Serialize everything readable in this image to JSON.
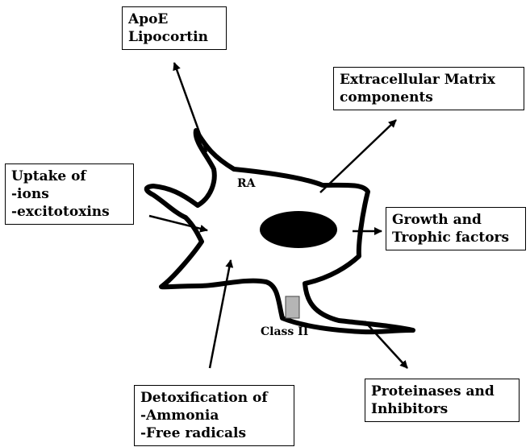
{
  "cell": {
    "label": "RA",
    "nucleus_color": "#000000",
    "outline_color": "#000000",
    "class_marker_label": "Class II",
    "class_marker_color": "#b5b5b5"
  },
  "boxes": {
    "apoe": {
      "line1": "ApoE",
      "line2": "Lipocortin"
    },
    "ecm": {
      "line1": "Extracellular Matrix",
      "line2": "components"
    },
    "uptake": {
      "line1": "Uptake of",
      "line2": "-ions",
      "line3": "-excitotoxins"
    },
    "growth": {
      "line1": "Growth and",
      "line2": "Trophic factors"
    },
    "detox": {
      "line1": "Detoxification of",
      "line2": "-Ammonia",
      "line3": "-Free radicals"
    },
    "proteinases": {
      "line1": "Proteinases and",
      "line2": "Inhibitors"
    }
  }
}
